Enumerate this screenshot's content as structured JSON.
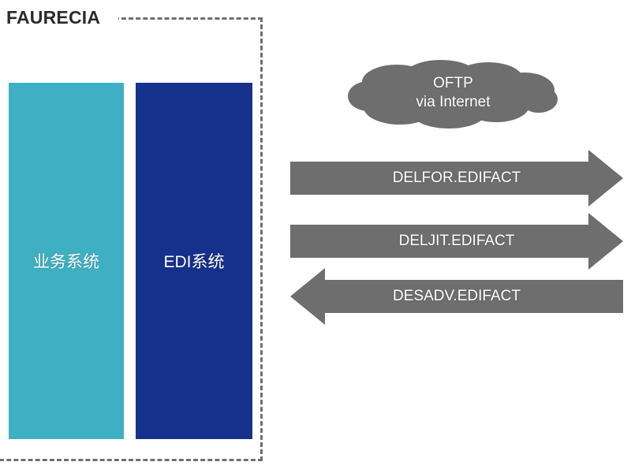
{
  "diagram": {
    "title": "FAURECIA",
    "colors": {
      "business_system": "#3FB0C3",
      "edi_system": "#16318C",
      "cloud": "#6E6E6E",
      "arrow": "#6E6E6E",
      "boundary_dash": "#6F6F6F",
      "title_text": "#2B2B2B",
      "label_text": "#FFFFFF"
    },
    "boundary": {
      "name": "faurecia-boundary",
      "style": "dashed"
    },
    "systems": [
      {
        "id": "business-system",
        "label": "业务系统",
        "color": "#3FB0C3"
      },
      {
        "id": "edi-system",
        "label": "EDI系统",
        "color": "#16318C"
      }
    ],
    "cloud": {
      "id": "oftp-cloud",
      "line1": "OFTP",
      "line2": "via Internet",
      "color": "#6E6E6E"
    },
    "flows": [
      {
        "id": "delfor",
        "label": "DELFOR.EDIFACT",
        "direction": "right",
        "color": "#6E6E6E"
      },
      {
        "id": "deljit",
        "label": "DELJIT.EDIFACT",
        "direction": "right",
        "color": "#6E6E6E"
      },
      {
        "id": "desadv",
        "label": "DESADV.EDIFACT",
        "direction": "left",
        "color": "#6E6E6E"
      }
    ]
  }
}
